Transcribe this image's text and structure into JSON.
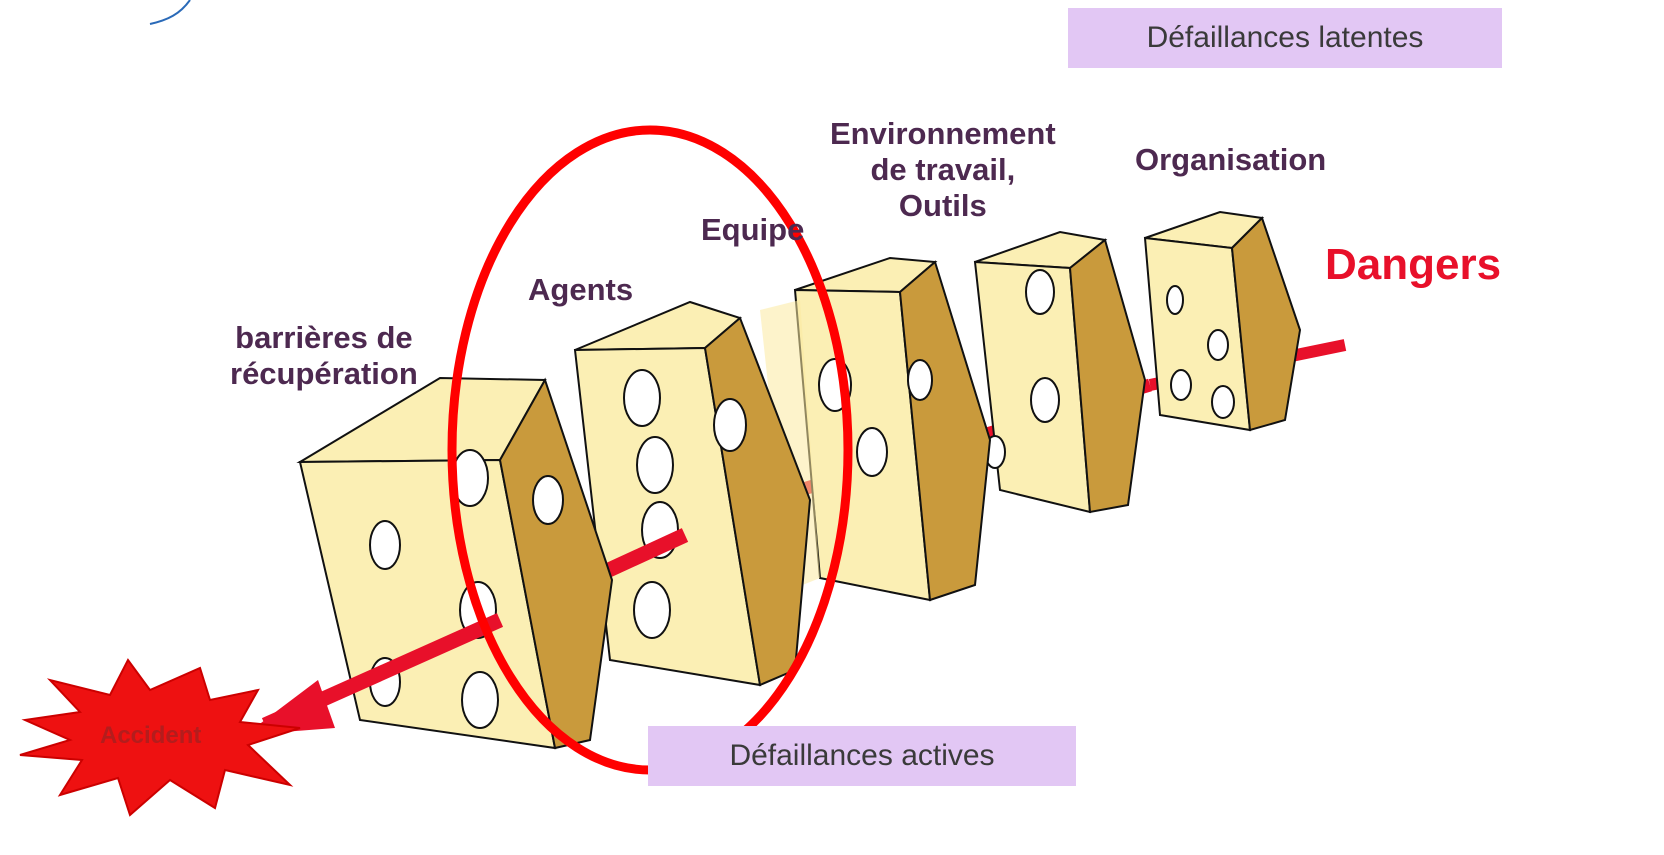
{
  "labels": {
    "latent": "Défaillances latentes",
    "active": "Défaillances actives",
    "dangers": "Dangers",
    "accident": "Accident",
    "organisation": "Organisation",
    "environment": [
      "Environnement",
      "de travail,",
      "Outils"
    ],
    "team": "Equipe",
    "agents": "Agents",
    "barriers": [
      "barrières de",
      "récupération"
    ]
  },
  "colors": {
    "cheese_face": "#fbefb4",
    "cheese_side": "#c99a3c",
    "cheese_shadow": "#d6a94a",
    "arrow": "#e8102a",
    "highlight_ellipse": "#ff0000",
    "label_text": "#4d2950",
    "box_fill": "#e2c7f4"
  }
}
